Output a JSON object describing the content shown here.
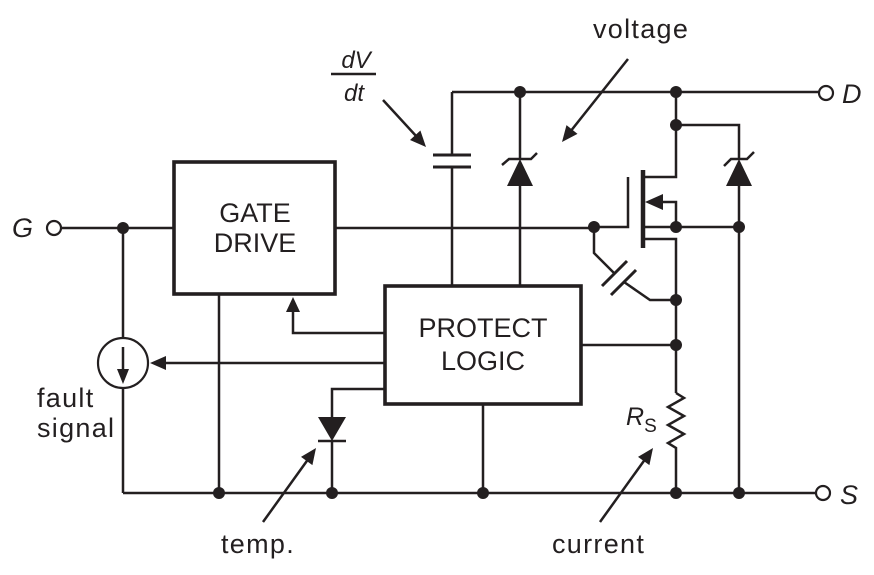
{
  "diagram": {
    "terminals": {
      "gate": "G",
      "drain": "D",
      "source": "S"
    },
    "blocks": {
      "gate_drive": [
        "GATE",
        "DRIVE"
      ],
      "protect_logic": [
        "PROTECT",
        "LOGIC"
      ]
    },
    "annotations": {
      "dv_dt": {
        "numerator": "dV",
        "denominator": "dt"
      },
      "voltage": "voltage",
      "temp": "temp.",
      "current": "current",
      "fault_signal": [
        "fault",
        "signal"
      ]
    },
    "sense_resistor": {
      "symbol": "R",
      "subscript": "S"
    }
  }
}
